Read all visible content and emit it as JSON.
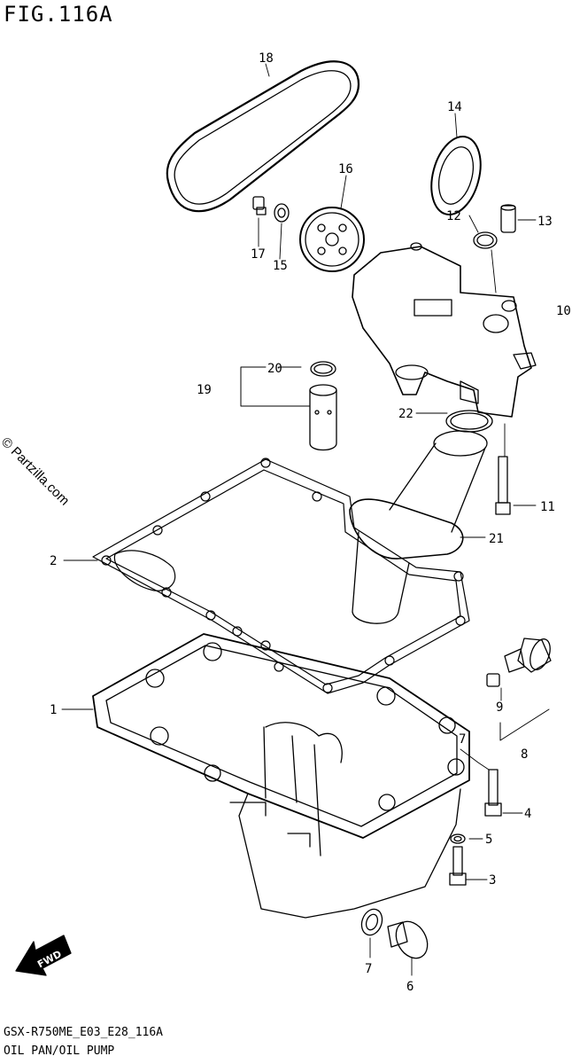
{
  "header": {
    "fig_title": "FIG.116A"
  },
  "watermark": "© Partzilla.com",
  "footer": {
    "model_code": "GSX-R750ME_E03_E28_116A",
    "section_title": "OIL PAN/OIL PUMP"
  },
  "callouts": {
    "c1": "1",
    "c2": "2",
    "c3": "3",
    "c4": "4",
    "c5": "5",
    "c6": "6",
    "c7a": "7",
    "c7b": "7",
    "c8": "8",
    "c9": "9",
    "c10": "10",
    "c11": "11",
    "c12": "12",
    "c13": "13",
    "c14": "14",
    "c15": "15",
    "c16": "16",
    "c17": "17",
    "c18": "18",
    "c19": "19",
    "c20": "20",
    "c21": "21",
    "c22": "22"
  },
  "fwd_label": "FWD",
  "colors": {
    "line": "#000000",
    "background": "#ffffff"
  }
}
